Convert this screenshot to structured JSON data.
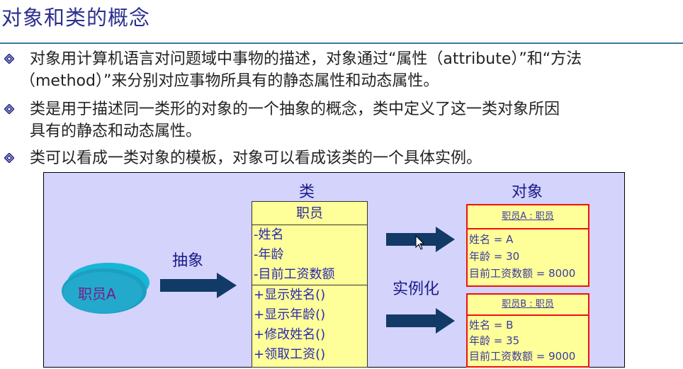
{
  "slide": {
    "title": "对象和类的概念",
    "bullets": [
      {
        "lines": [
          "对象用计算机语言对问题域中事物的描述，对象通过“属性（attribute）”和“方法",
          "（method）”来分别对应事物所具有的静态属性和动态属性。"
        ]
      },
      {
        "lines": [
          "类是用于描述同一类形的对象的一个抽象的概念，类中定义了这一类对象所因",
          "具有的静态和动态属性。"
        ]
      },
      {
        "lines": [
          "类可以看成一类对象的模板，对象可以看成该类的一个具体实例。"
        ]
      }
    ],
    "bullet_icon": "diamond-bullet-icon"
  },
  "diagram": {
    "instance_blob_label": "职员A",
    "abstraction_label": "抽象",
    "class_label": "类",
    "object_label": "对象",
    "instantiate_label": "实例化",
    "class_box": {
      "name": "职员",
      "attributes": [
        "-姓名",
        "-年龄",
        "-目前工资数额"
      ],
      "operations": [
        "+显示姓名()",
        "+显示年龄()",
        "+修改姓名()",
        "+领取工资()"
      ]
    },
    "objects": [
      {
        "header": "职员A : 职员",
        "fields": [
          "姓名 = A",
          "年龄 = 30",
          "目前工资数额 = 8000"
        ]
      },
      {
        "header": "职员B : 职员",
        "fields": [
          "姓名 = B",
          "年龄 = 35",
          "目前工资数额 = 9000"
        ]
      }
    ],
    "colors": {
      "panel_bg": "#d4d3fb",
      "class_bg": "#ffff99",
      "object_border": "#ee1111",
      "arrow": "#123a66",
      "blob": "#1fa8c8",
      "label_text": "#1a1a8a"
    }
  }
}
